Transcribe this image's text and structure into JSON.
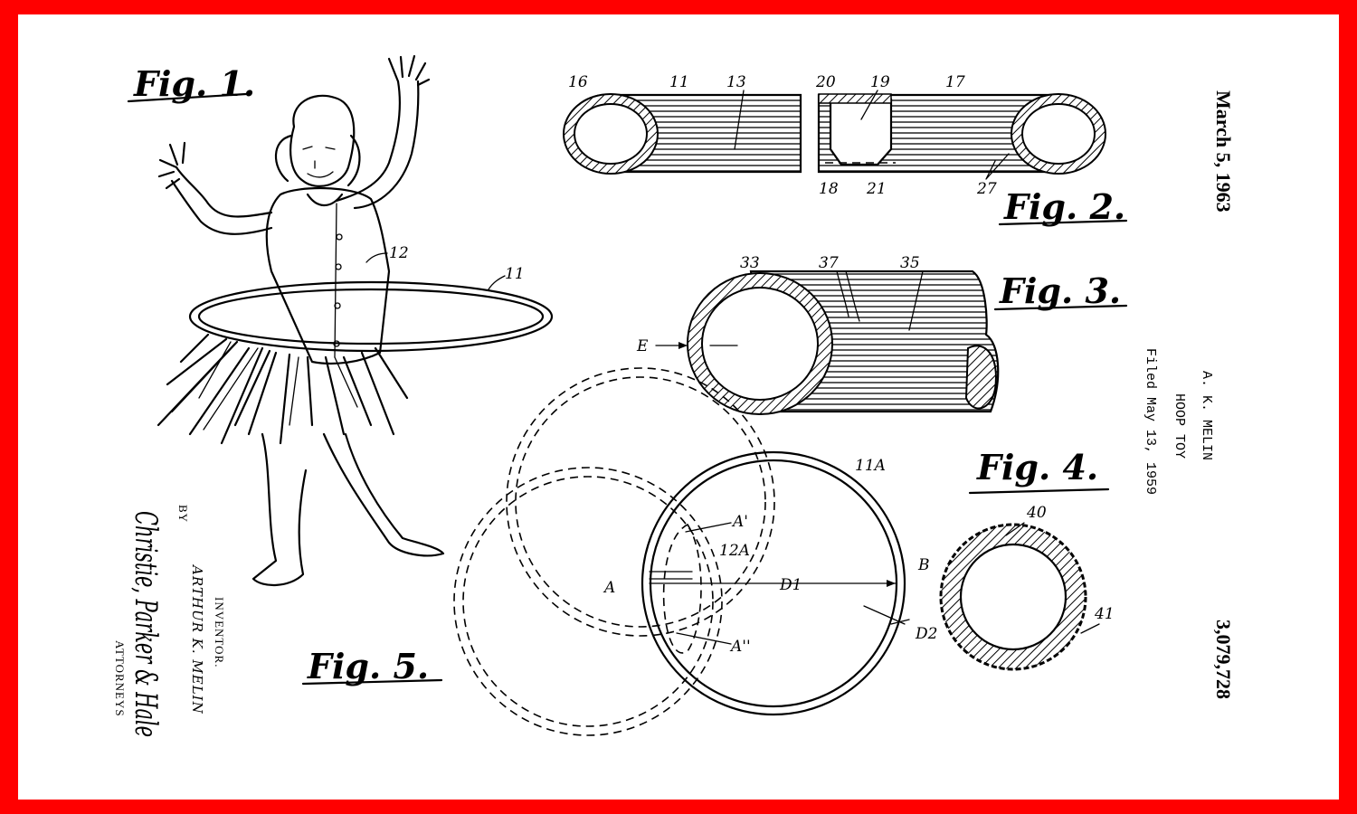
{
  "sheet": {
    "border_color": "#ff0000",
    "paper_color": "#ffffff",
    "date": "March 5, 1963",
    "patent_number": "3,079,728",
    "inventor_short": "A. K. MELIN",
    "title": "HOOP TOY",
    "filed": "Filed May 13, 1959"
  },
  "figures": {
    "fig1": "Fig. 1.",
    "fig2": "Fig. 2.",
    "fig3": "Fig. 3.",
    "fig4": "Fig. 4.",
    "fig5": "Fig. 5."
  },
  "labels": {
    "fig1": [
      "12",
      "11"
    ],
    "fig2": [
      "16",
      "11",
      "13",
      "20",
      "19",
      "17",
      "18",
      "21",
      "27"
    ],
    "fig3": [
      "33",
      "37",
      "35",
      "E"
    ],
    "fig4": [
      "40",
      "41"
    ],
    "fig5": [
      "11A",
      "A'",
      "12A",
      "A",
      "D1",
      "B",
      "A''",
      "D2"
    ]
  },
  "signature": {
    "inventor_heading": "INVENTOR.",
    "inventor_name": "ARTHUR K. MELIN",
    "by": "BY",
    "attorney_signature": "Christie, Parker & Hale",
    "attorneys": "ATTORNEYS"
  }
}
